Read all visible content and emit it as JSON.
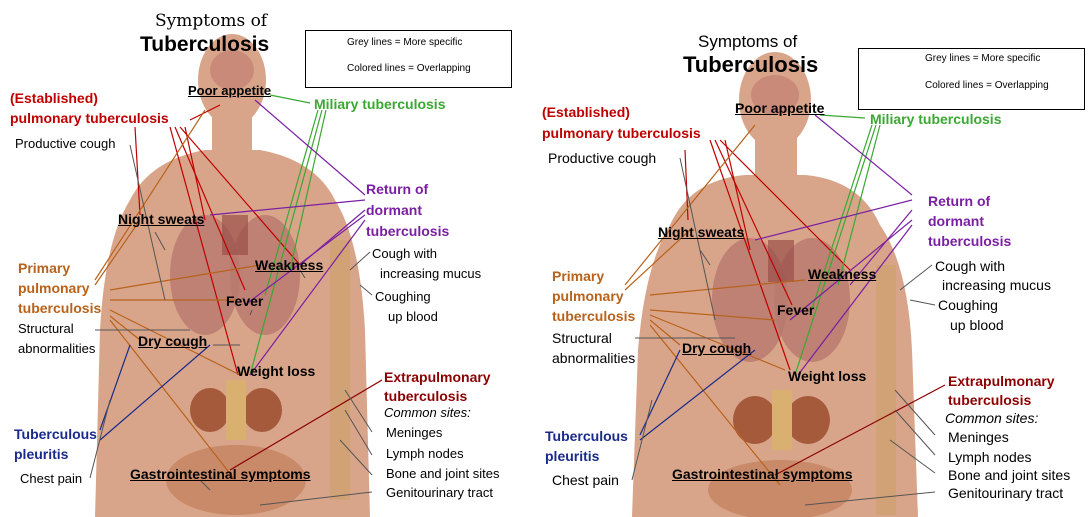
{
  "colors": {
    "established": "#c00000",
    "miliary": "#3aa832",
    "return": "#7a1fa2",
    "primary": "#b8621b",
    "extrapulmonary": "#8b0000",
    "pleuritis": "#1a2a8a",
    "skin": "#d9a58a",
    "grey_line": "#555555"
  },
  "diagram": {
    "title_line1": "Symptoms of",
    "title_line2": "Tuberculosis",
    "legend": {
      "grey_label": "Grey lines = More specific",
      "colored_label": "Colored lines = Overlapping"
    },
    "labels": {
      "poor_appetite": "Poor appetite",
      "miliary": "Miliary tuberculosis",
      "established_1": "(Established)",
      "established_2": "pulmonary tuberculosis",
      "productive_cough": "Productive cough",
      "return_1": "Return of",
      "return_2": "dormant",
      "return_3": "tuberculosis",
      "night_sweats": "Night sweats",
      "cough_mucus_1": "Cough with",
      "cough_mucus_2": "increasing mucus",
      "weakness": "Weakness",
      "coughing_blood_1": "Coughing",
      "coughing_blood_2": "up blood",
      "primary_1": "Primary",
      "primary_2": "pulmonary",
      "primary_3": "tuberculosis",
      "fever": "Fever",
      "structural_1": "Structural",
      "structural_2": "abnormalities",
      "dry_cough": "Dry cough",
      "weight_loss": "Weight loss",
      "extra_1": "Extrapulmonary",
      "extra_2": "tuberculosis",
      "common_sites": "Common sites:",
      "meninges": "Meninges",
      "lymph_nodes": "Lymph nodes",
      "bone_joint": "Bone and joint sites",
      "genitourinary": "Genitourinary tract",
      "pleuritis_1": "Tuberculous",
      "pleuritis_2": "pleuritis",
      "chest_pain": "Chest pain",
      "gi_symptoms": "Gastrointestinal symptoms"
    }
  }
}
